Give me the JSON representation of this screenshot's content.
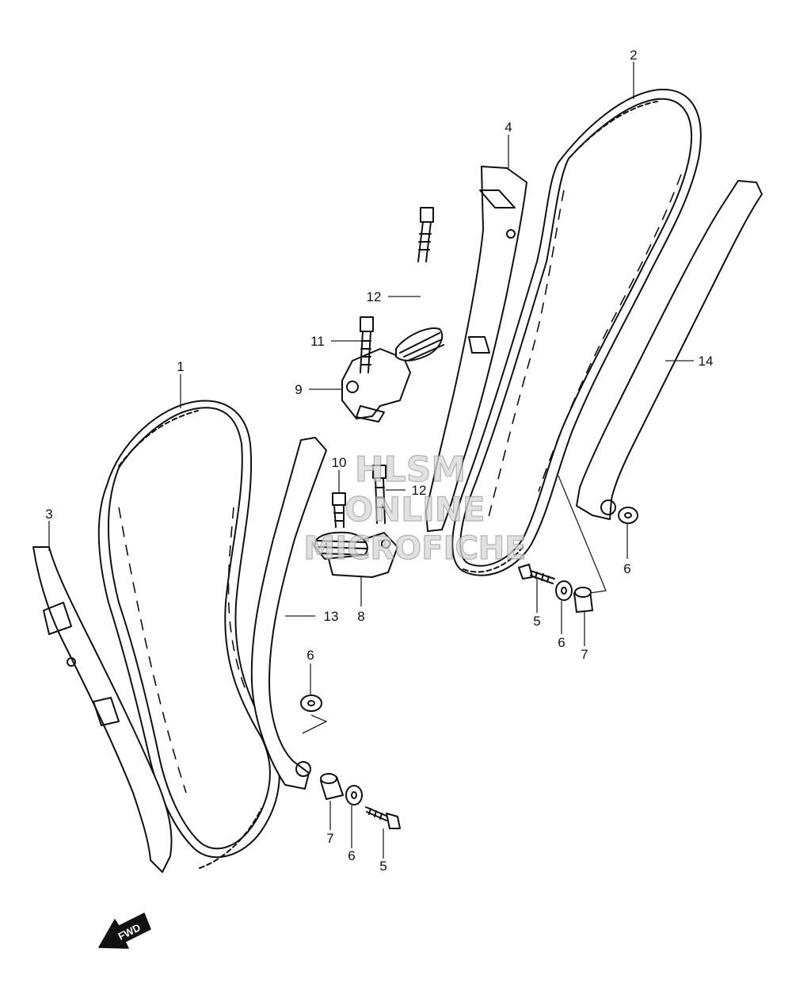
{
  "callouts": {
    "p1": "1",
    "p2": "2",
    "p3": "3",
    "p4": "4",
    "p5a": "5",
    "p5b": "5",
    "p6a": "6",
    "p6b": "6",
    "p6c": "6",
    "p6d": "6",
    "p7a": "7",
    "p7b": "7",
    "p8": "8",
    "p9": "9",
    "p10": "10",
    "p11": "11",
    "p12a": "12",
    "p12b": "12",
    "p13": "13",
    "p14": "14"
  },
  "watermark": {
    "line1": "HLSM",
    "line2": "ONLINE",
    "line3": "MICROFICHE"
  },
  "fwd_label": "FWD"
}
